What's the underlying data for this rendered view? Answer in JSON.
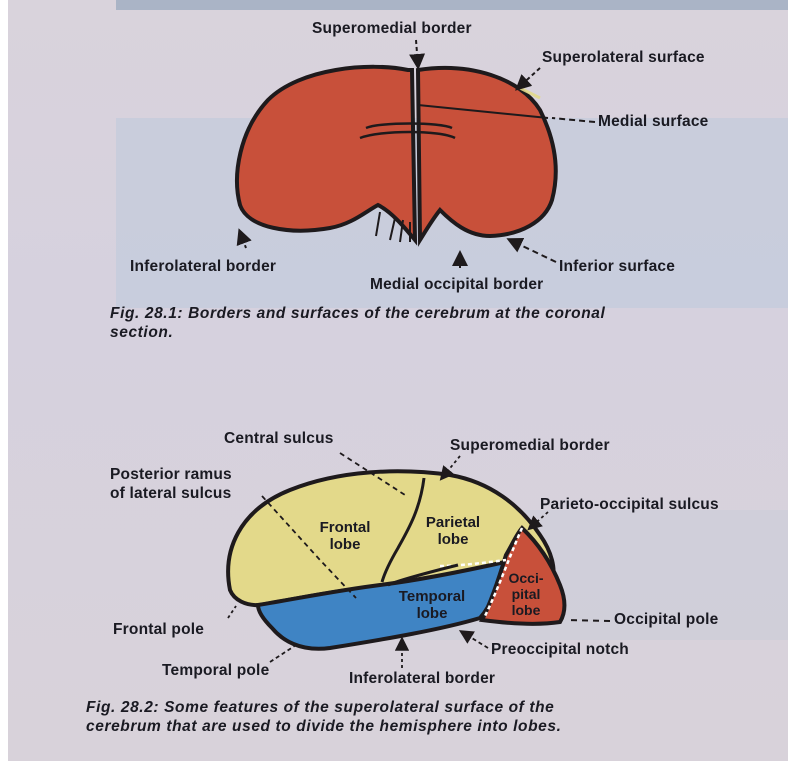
{
  "figure1": {
    "labels": {
      "superomedial_border": "Superomedial border",
      "superolateral_surface": "Superolateral surface",
      "medial_surface": "Medial surface",
      "inferolateral_border": "Inferolateral border",
      "inferior_surface": "Inferior surface",
      "medial_occipital_border": "Medial occipital border"
    },
    "caption_line1": "Fig. 28.1: Borders and surfaces of the cerebrum at the coronal",
    "caption_line2": "section."
  },
  "figure2": {
    "labels": {
      "central_sulcus": "Central sulcus",
      "superomedial_border": "Superomedial border",
      "posterior_ramus_line1": "Posterior ramus",
      "posterior_ramus_line2": "of lateral sulcus",
      "parieto_occipital_sulcus": "Parieto-occipital sulcus",
      "frontal_pole": "Frontal pole",
      "occipital_pole": "Occipital pole",
      "preoccipital_notch": "Preoccipital notch",
      "temporal_pole": "Temporal pole",
      "inferolateral_border": "Inferolateral border"
    },
    "lobes": {
      "frontal_1": "Frontal",
      "frontal_2": "lobe",
      "parietal_1": "Parietal",
      "parietal_2": "lobe",
      "temporal_1": "Temporal",
      "temporal_2": "lobe",
      "occipital_1": "Occi-",
      "occipital_2": "pital",
      "occipital_3": "lobe"
    },
    "caption_line1": "Fig. 28.2: Some features of the superolateral surface of the",
    "caption_line2": "cerebrum that are used to divide the hemisphere into lobes."
  },
  "colors": {
    "red_surface": "#c8503a",
    "yellow_frontal_parietal": "#e3d98a",
    "blue_temporal": "#3f84c4",
    "outline": "#1e1a1c"
  }
}
